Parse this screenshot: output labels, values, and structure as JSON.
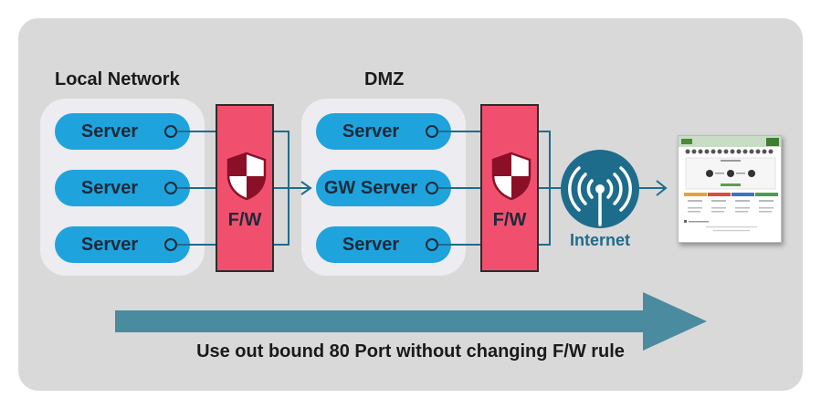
{
  "zones": {
    "local_network": "Local Network",
    "dmz": "DMZ"
  },
  "local_servers": [
    "Server",
    "Server",
    "Server"
  ],
  "dmz_servers": [
    "Server",
    "GW Server",
    "Server"
  ],
  "firewall_label": "F/W",
  "internet_label": "Internet",
  "caption": "Use out bound 80 Port without changing F/W rule",
  "colors": {
    "panel": "#d9d9d9",
    "server": "#1fa3dd",
    "firewall": "#f0506e",
    "internet": "#1e6c8c",
    "arrow": "#4a8ba0"
  },
  "icons": [
    "shield-icon",
    "wifi-antenna-icon",
    "web-dashboard-screenshot"
  ]
}
